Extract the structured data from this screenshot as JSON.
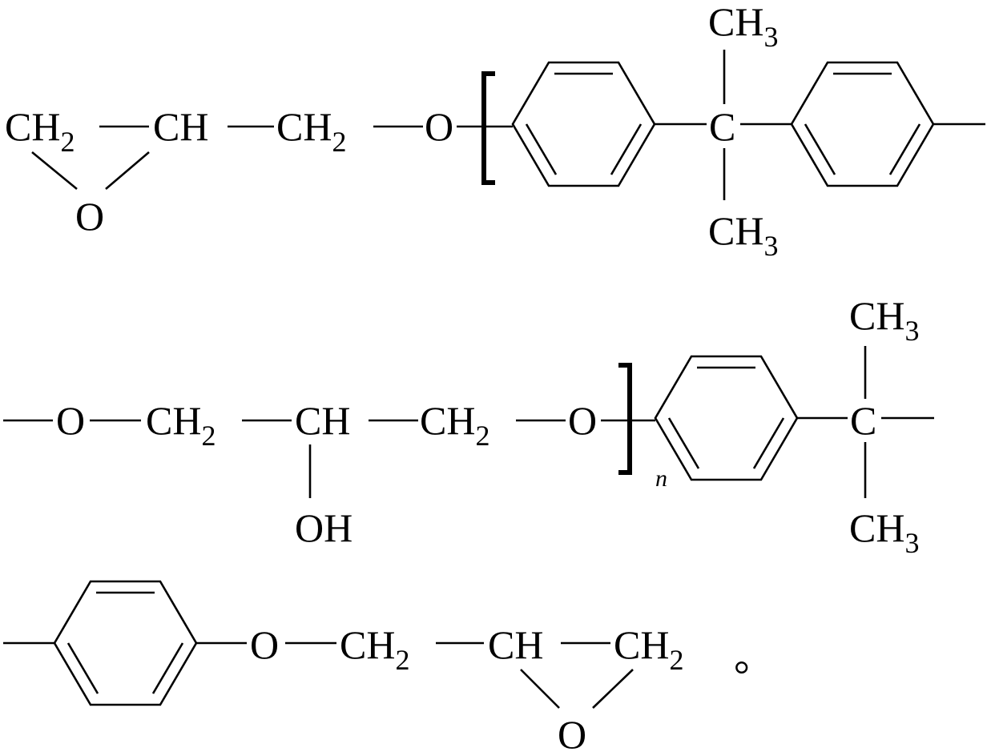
{
  "formula": {
    "ch2": "CH",
    "ch": "CH",
    "ch3": "CH",
    "o": "O",
    "c": "C",
    "oh": "OH",
    "sub2": "2",
    "sub3": "3",
    "repeat_index": "n",
    "end_mark": "。"
  }
}
